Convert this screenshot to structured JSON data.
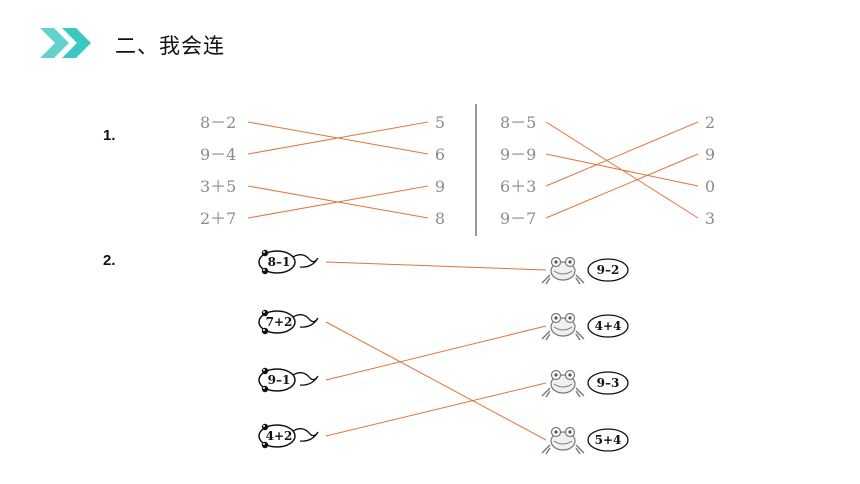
{
  "title": "二、我会连",
  "colors": {
    "accent": "#3cc7c1",
    "line": "#e0763a",
    "text_gray": "#8a8a8a"
  },
  "question1": {
    "number": "1.",
    "left_group": {
      "left": [
        "8－2",
        "9－4",
        "3＋5",
        "2＋7"
      ],
      "right": [
        "5",
        "6",
        "9",
        "8"
      ],
      "links": [
        [
          0,
          1
        ],
        [
          1,
          0
        ],
        [
          2,
          3
        ],
        [
          3,
          2
        ]
      ]
    },
    "right_group": {
      "left": [
        "8－5",
        "9－9",
        "6＋3",
        "9－7"
      ],
      "right": [
        "2",
        "9",
        "0",
        "3"
      ],
      "links": [
        [
          0,
          3
        ],
        [
          1,
          2
        ],
        [
          2,
          0
        ],
        [
          3,
          1
        ]
      ]
    }
  },
  "question2": {
    "number": "2.",
    "tadpoles": [
      "8–1",
      "7+2",
      "9–1",
      "4+2"
    ],
    "frogs": [
      "9–2",
      "4+4",
      "9–3",
      "5+4"
    ],
    "links": [
      [
        0,
        0
      ],
      [
        1,
        3
      ],
      [
        2,
        1
      ],
      [
        3,
        2
      ]
    ]
  }
}
